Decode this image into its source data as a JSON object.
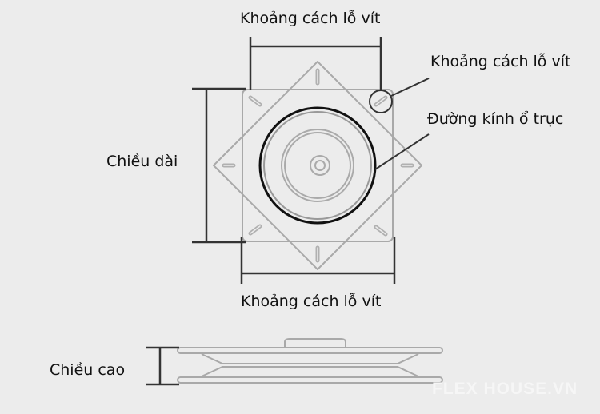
{
  "labels": {
    "top_hole_spacing": "Khoảng cách lỗ vít",
    "hole_spacing_callout": "Khoảng cách lỗ vít",
    "bearing_diameter": "Đường kính ổ trục",
    "length": "Chiều dài",
    "bottom_hole_spacing": "Khoảng cách lỗ vít",
    "height": "Chiều cao"
  },
  "watermark": "FLEX HOUSE.VN"
}
